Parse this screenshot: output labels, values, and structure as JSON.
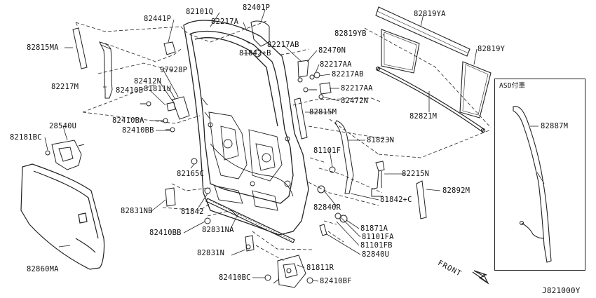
{
  "diagram": {
    "code": "J821000Y",
    "inset_title": "ASD付車",
    "front_label": "FRONT"
  },
  "labels": [
    {
      "id": "p-82101q",
      "text": "82101Q"
    },
    {
      "id": "p-82401p",
      "text": "82401P"
    },
    {
      "id": "p-82441p",
      "text": "82441P"
    },
    {
      "id": "p-82217a",
      "text": "82217A"
    },
    {
      "id": "p-82815ma",
      "text": "82815MA"
    },
    {
      "id": "p-81842b",
      "text": "81842+B"
    },
    {
      "id": "p-82217ab1",
      "text": "82217AB"
    },
    {
      "id": "p-82470n",
      "text": "82470N"
    },
    {
      "id": "p-82217aa1",
      "text": "82217AA"
    },
    {
      "id": "p-82217ab2",
      "text": "82217AB"
    },
    {
      "id": "p-82217aa2",
      "text": "82217AA"
    },
    {
      "id": "p-82472n",
      "text": "82472N"
    },
    {
      "id": "p-82217m",
      "text": "82217M"
    },
    {
      "id": "p-97928p",
      "text": "97928P"
    },
    {
      "id": "p-82412n",
      "text": "82412N"
    },
    {
      "id": "p-82410b",
      "text": "82410B"
    },
    {
      "id": "p-81811u",
      "text": "81811U"
    },
    {
      "id": "p-82410ba",
      "text": "82410BA"
    },
    {
      "id": "p-82410bb1",
      "text": "82410BB"
    },
    {
      "id": "p-82815m",
      "text": "82815M"
    },
    {
      "id": "p-28540u",
      "text": "28540U"
    },
    {
      "id": "p-82181bc",
      "text": "82181BC"
    },
    {
      "id": "p-81101f",
      "text": "81101F"
    },
    {
      "id": "p-81823n",
      "text": "81823N"
    },
    {
      "id": "p-82165c",
      "text": "82165C"
    },
    {
      "id": "p-82215n",
      "text": "82215N"
    },
    {
      "id": "p-82831nb",
      "text": "82831NB"
    },
    {
      "id": "p-81842",
      "text": "81842"
    },
    {
      "id": "p-82840r",
      "text": "82840R"
    },
    {
      "id": "p-81842c",
      "text": "81842+C"
    },
    {
      "id": "p-82892m",
      "text": "82892M"
    },
    {
      "id": "p-82410bb2",
      "text": "82410BB"
    },
    {
      "id": "p-82831na",
      "text": "82831NA"
    },
    {
      "id": "p-81871a",
      "text": "81871A"
    },
    {
      "id": "p-81101fa",
      "text": "81101FA"
    },
    {
      "id": "p-81101fb",
      "text": "81101FB"
    },
    {
      "id": "p-82831n",
      "text": "82831N"
    },
    {
      "id": "p-82840u",
      "text": "82840U"
    },
    {
      "id": "p-82860ma",
      "text": "82860MA"
    },
    {
      "id": "p-81811r",
      "text": "81811R"
    },
    {
      "id": "p-82410bc",
      "text": "82410BC"
    },
    {
      "id": "p-82410bf",
      "text": "82410BF"
    },
    {
      "id": "p-82819ya",
      "text": "82819YA"
    },
    {
      "id": "p-82819yb",
      "text": "82819YB"
    },
    {
      "id": "p-82819y",
      "text": "82819Y"
    },
    {
      "id": "p-82821m",
      "text": "82821M"
    },
    {
      "id": "p-82887m",
      "text": "82887M"
    }
  ]
}
